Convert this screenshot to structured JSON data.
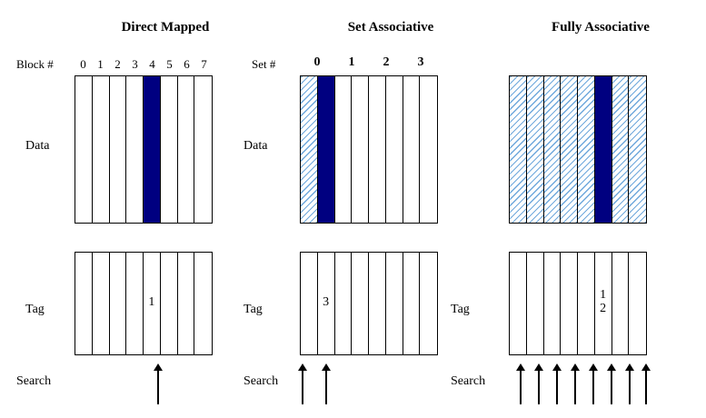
{
  "diagram": {
    "panels": [
      {
        "id": "direct-mapped",
        "title": "Direct Mapped",
        "index_label": "Block #",
        "index_values": [
          "0",
          "1",
          "2",
          "3",
          "4",
          "5",
          "6",
          "7"
        ],
        "data_label": "Data",
        "tag_label": "Tag",
        "search_label": "Search",
        "data_cells": [
          {
            "fill": "plain"
          },
          {
            "fill": "plain"
          },
          {
            "fill": "plain"
          },
          {
            "fill": "plain"
          },
          {
            "fill": "solid"
          },
          {
            "fill": "plain"
          },
          {
            "fill": "plain"
          },
          {
            "fill": "plain"
          }
        ],
        "tag_cells": [
          "",
          "",
          "",
          "",
          "1",
          "",
          "",
          ""
        ],
        "arrows": [
          4
        ]
      },
      {
        "id": "set-associative",
        "title": "Set Associative",
        "index_label": "Set #",
        "index_values": [
          "0",
          "1",
          "2",
          "3"
        ],
        "data_label": "Data",
        "tag_label": "Tag",
        "search_label": "Search",
        "data_cells": [
          {
            "fill": "hatch"
          },
          {
            "fill": "solid"
          },
          {
            "fill": "plain"
          },
          {
            "fill": "plain"
          },
          {
            "fill": "plain"
          },
          {
            "fill": "plain"
          },
          {
            "fill": "plain"
          },
          {
            "fill": "plain"
          }
        ],
        "tag_cells": [
          "",
          "3",
          "",
          "",
          "",
          "",
          "",
          ""
        ],
        "arrows": [
          0,
          1
        ]
      },
      {
        "id": "fully-associative",
        "title": "Fully Associative",
        "index_label": "",
        "index_values": [],
        "data_label": "",
        "tag_label": "Tag",
        "search_label": "Search",
        "data_cells": [
          {
            "fill": "hatch"
          },
          {
            "fill": "hatch"
          },
          {
            "fill": "hatch"
          },
          {
            "fill": "hatch"
          },
          {
            "fill": "hatch"
          },
          {
            "fill": "solid"
          },
          {
            "fill": "hatch"
          },
          {
            "fill": "hatch"
          }
        ],
        "tag_cells": [
          "",
          "",
          "",
          "",
          "",
          "1\n2",
          "",
          ""
        ],
        "arrows": [
          0,
          1,
          2,
          3,
          4,
          5,
          6,
          7
        ]
      }
    ],
    "colors": {
      "highlight": "#000080",
      "hatch": "#6fa8dc",
      "outline": "#000000",
      "background": "#ffffff"
    }
  }
}
